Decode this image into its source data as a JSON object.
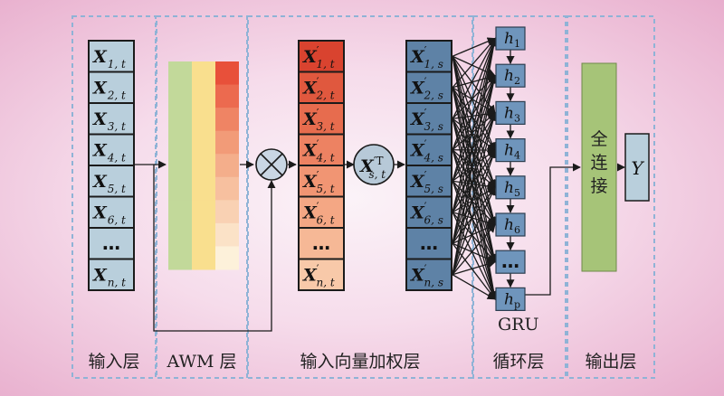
{
  "colors": {
    "input_cell": "#b9cfdc",
    "output_cell": "#5e82a6",
    "hidden_cell": "#6f95bc",
    "fc_layer": "#a6c478",
    "y_box": "#b9cfdc",
    "dashed_frame": "#8fb3d6",
    "weighted_gradient": [
      "#d9432f",
      "#e0583e",
      "#e76c4e",
      "#ed8262",
      "#f19573",
      "#f4a784",
      "#f6b896",
      "#f8c9a9",
      "#fadac0"
    ],
    "awm_columns": [
      [
        "#c2d99a",
        "#c2d99a",
        "#c2d99a",
        "#c2d99a",
        "#c2d99a",
        "#c2d99a",
        "#c2d99a",
        "#c2d99a",
        "#c2d99a"
      ],
      [
        "#f9df8e",
        "#f9df8e",
        "#f9df8e",
        "#f9df8e",
        "#f9df8e",
        "#f9df8e",
        "#f9df8e",
        "#f9df8e",
        "#f9df8e"
      ],
      [
        "#e8503a",
        "#ec6a4f",
        "#ef8464",
        "#f29b78",
        "#f4ae8b",
        "#f7c09f",
        "#f9d1b3",
        "#fbe2c7",
        "#fdf1da"
      ]
    ]
  },
  "input_vector": {
    "symbol": "X",
    "cells": [
      {
        "sub": "1, t"
      },
      {
        "sub": "2, t"
      },
      {
        "sub": "3, t"
      },
      {
        "sub": "4, t"
      },
      {
        "sub": "5, t"
      },
      {
        "sub": "6, t"
      },
      {
        "ellipsis": "…"
      },
      {
        "sub": "n, t"
      }
    ]
  },
  "weighted_vector": {
    "symbol": "X",
    "prime": "′",
    "cells": [
      {
        "sub": "1, t"
      },
      {
        "sub": "2, t"
      },
      {
        "sub": "3, t"
      },
      {
        "sub": "4, t"
      },
      {
        "sub": "5, t"
      },
      {
        "sub": "6, t"
      },
      {
        "ellipsis": "…"
      },
      {
        "sub": "n, t"
      }
    ]
  },
  "transposed_vector": {
    "symbol": "X",
    "sup": "′T",
    "sub": "s, t"
  },
  "output_vector": {
    "symbol": "X",
    "prime": "′",
    "cells": [
      {
        "sub": "1, s"
      },
      {
        "sub": "2, s"
      },
      {
        "sub": "3, s"
      },
      {
        "sub": "4, s"
      },
      {
        "sub": "5, s"
      },
      {
        "sub": "6, s"
      },
      {
        "ellipsis": "…"
      },
      {
        "sub": "n, s"
      }
    ]
  },
  "multiply_symbol": "⊗",
  "gru": {
    "units": [
      {
        "h": "h",
        "sub": "1"
      },
      {
        "h": "h",
        "sub": "2"
      },
      {
        "h": "h",
        "sub": "3"
      },
      {
        "h": "h",
        "sub": "4"
      },
      {
        "h": "h",
        "sub": "5"
      },
      {
        "h": "h",
        "sub": "6"
      },
      {
        "ellipsis": "…"
      },
      {
        "h": "h",
        "sub": "p"
      }
    ],
    "label": "GRU"
  },
  "fc_layer": {
    "text": "全连接"
  },
  "output": {
    "label": "Y"
  },
  "layers": {
    "input": "输入层",
    "awm": "AWM 层",
    "weighted": "输入向量加权层",
    "recurrent": "循环层",
    "output": "输出层"
  }
}
